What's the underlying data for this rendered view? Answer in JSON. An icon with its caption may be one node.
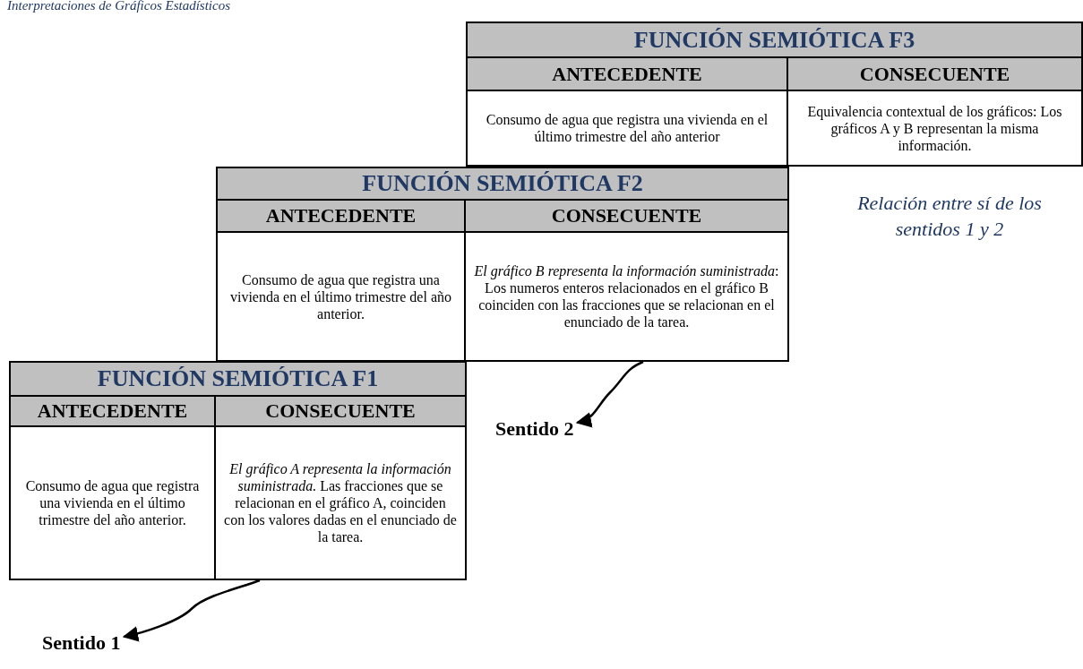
{
  "diagram": {
    "title": "Interpretaciones de Gráficos Estadísticos",
    "nodes": [
      {
        "text": [
          "FUNCIÓN SEMIÓTICA F3"
        ]
      },
      {
        "text": [
          "ANTECEDENTE"
        ],
        "in": 0
      },
      {
        "text": [
          "CONSECUENTE"
        ],
        "in": 0
      },
      {
        "text": [
          "Consumo de agua que registra una vivienda en el último trimestre del año anterior"
        ],
        "in": 0
      },
      {
        "text": [
          "Equivalencia contextual de los gráficos: Los gráficos A y B representan la misma información."
        ],
        "in": 0
      },
      {
        "text": [
          "FUNCIÓN SEMIÓTICA F2"
        ]
      },
      {
        "text": [
          "ANTECEDENTE"
        ],
        "in": 5
      },
      {
        "text": [
          "CONSECUENTE"
        ],
        "in": 5
      },
      {
        "text": [
          "Consumo de agua que registra una vivienda en el último trimestre del año anterior."
        ],
        "in": 5
      },
      {
        "text": [
          "*El gráfico B representa la información suministrada*: Los numeros enteros relacionados en el gráfico B coinciden con las fracciones que se relacionan en el enunciado de la tarea."
        ],
        "in": 5
      },
      {
        "text": [
          "FUNCIÓN SEMIÓTICA F1"
        ]
      },
      {
        "text": [
          "ANTECEDENTE"
        ],
        "in": 10
      },
      {
        "text": [
          "CONSECUENTE"
        ],
        "in": 10
      },
      {
        "text": [
          "Consumo de agua que registra una vivienda en el último trimestre del año anterior."
        ],
        "in": 10
      },
      {
        "text": [
          "*El gráfico A representa la información suministrada.* Las fracciones que se relacionan en el gráfico A, coinciden con los valores dadas en el enunciado de la tarea."
        ],
        "in": 10
      },
      {
        "text": [
          "Sentido 2"
        ]
      },
      {
        "text": [
          "Sentido 1"
        ]
      }
    ],
    "edges": [
      {
        "from": 5,
        "to": 15,
        "arrow": "to"
      },
      {
        "from": 10,
        "to": 16,
        "arrow": "to"
      }
    ],
    "labels": [
      "Relación entre sí de los sentidos 1 y 2"
    ]
  }
}
